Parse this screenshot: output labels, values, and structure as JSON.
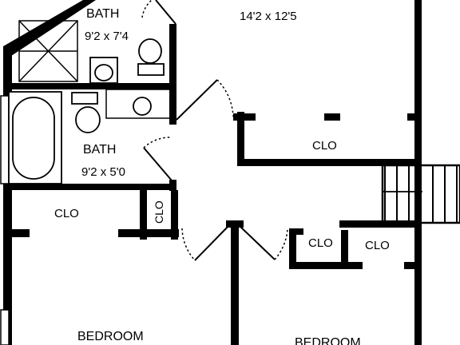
{
  "rooms": {
    "room_top": {
      "size": "14'2 x 12'5"
    },
    "bath_upper": {
      "name": "BATH",
      "size": "9'2 x 7'4"
    },
    "bath_lower": {
      "name": "BATH",
      "size": "9'2 x 5'0"
    },
    "closets": {
      "right_hall": "CLO",
      "left_room": "CLO",
      "small_vertical": "CLO",
      "center_small": "CLO",
      "right_small": "CLO"
    },
    "bedroom_left": {
      "name": "BEDROOM"
    },
    "bedroom_right": {
      "name": "BEDROOM"
    }
  },
  "stairs": {
    "direction": "down-arrow"
  }
}
